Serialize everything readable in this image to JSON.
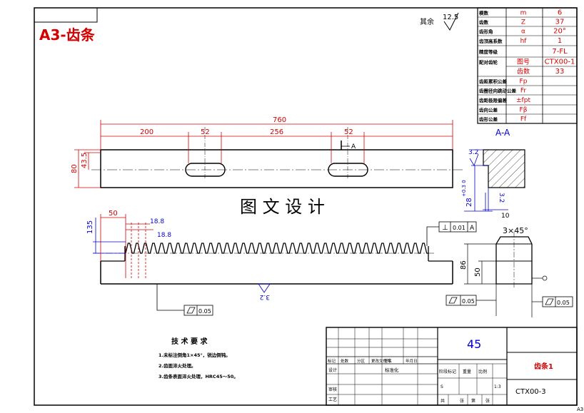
{
  "drawing": {
    "title": "A3-齿条",
    "watermark": "图 文 设 计",
    "sheet_mark": "A3",
    "roughness_rest_label": "其余",
    "roughness_rest_value": "12.5",
    "section_label": "A-A",
    "colors": {
      "red": "#d40000",
      "blue": "#0000cc",
      "magenta": "#cc00cc",
      "black": "#000000"
    }
  },
  "param_table": {
    "rows": [
      {
        "name": "模数",
        "symbol": "m",
        "value": "6"
      },
      {
        "name": "齿数",
        "symbol": "Z",
        "value": "37"
      },
      {
        "name": "齿形角",
        "symbol": "α",
        "value": "20°"
      },
      {
        "name": "齿顶高系数",
        "symbol": "hf",
        "value": "1"
      },
      {
        "name": "精度等级",
        "symbol": "",
        "value": "7-FL"
      },
      {
        "name": "配对齿轮",
        "symbol": "图号",
        "value": "CTX00-1"
      },
      {
        "name": "",
        "symbol": "齿数",
        "value": "33"
      },
      {
        "name": "齿距累积公差",
        "symbol": "Fp",
        "value": ""
      },
      {
        "name": "齿圈径向跳动公差",
        "symbol": "Fr",
        "value": ""
      },
      {
        "name": "齿距极限偏差",
        "symbol": "±fpt",
        "value": ""
      },
      {
        "name": "齿向公差",
        "symbol": "Fβ",
        "value": ""
      },
      {
        "name": "齿形公差",
        "symbol": "Ff",
        "value": ""
      }
    ]
  },
  "top_view_dims": {
    "overall": "760",
    "d200": "200",
    "d52a": "52",
    "d256": "256",
    "d52b": "52",
    "h80": "80",
    "h435": "43.5",
    "section_a": "A"
  },
  "front_view_dims": {
    "d50": "50",
    "d135": "135",
    "d188a": "18.8",
    "d188b": "18.8",
    "roughness_bottom": "3.2",
    "flatness_left": "0.05",
    "perp_sym": "⊥",
    "perp_val": "0.01",
    "perp_ref": "A"
  },
  "section_dims": {
    "r32a": "3.2",
    "r32b": "3.2",
    "d10": "10",
    "d28": "28",
    "tol": "+0.3 0"
  },
  "side_view": {
    "chamfer": "3×45°",
    "h86": "86",
    "h50": "50",
    "flat_a": "0.05",
    "flat_b": "0.05"
  },
  "tech_req": {
    "title": "技 术 要 求",
    "items": [
      "1.未标注倒角1×45°，锐边倒钝。",
      "2.齿面淬火处理。",
      "3.齿条表面淬火处理，HRC45～50。"
    ]
  },
  "title_block": {
    "material": "45",
    "part_name": "齿条1",
    "drawing_no": "CTX00-3",
    "headers": [
      "标记",
      "处数",
      "分区",
      "更改文件号",
      "签名",
      "年月日"
    ],
    "left_labels": [
      "设计",
      "审核",
      "工艺"
    ],
    "std_label": "标准化",
    "stage_headers": [
      "阶段标记",
      "重量",
      "比例"
    ],
    "stage_row": [
      "S",
      "",
      "1:3"
    ],
    "sheet_row": [
      "共",
      "张",
      "第",
      "张"
    ]
  }
}
